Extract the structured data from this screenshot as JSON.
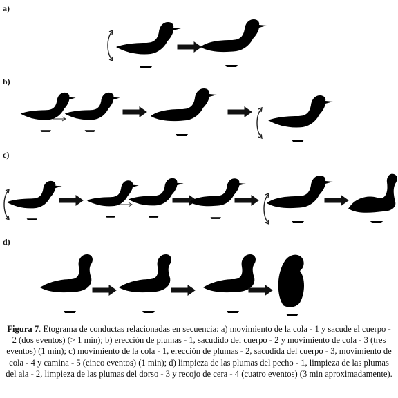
{
  "panels": [
    {
      "label": "a)"
    },
    {
      "label": "b)"
    },
    {
      "label": "c)"
    },
    {
      "label": "d)"
    }
  ],
  "caption": {
    "figure_label": "Figura 7",
    "text": ". Etograma de conductas relacionadas en secuencia: a) movimiento de la cola - 1 y sacude el cuerpo - 2 (dos eventos) (> 1 min); b) erección de plumas - 1, sacudido del cuerpo - 2 y movimiento de cola - 3 (tres eventos) (1 min); c) movimiento de la cola - 1, erección de plumas - 2, sacudida del cuerpo - 3, movimiento de cola - 4 y camina - 5 (cinco eventos) (1 min); d) limpieza de las plumas del pecho - 1, limpieza de las plumas del ala - 2, limpieza de las plumas del dorso - 3 y recojo de cera - 4 (cuatro eventos) (3 min aproximadamente)."
  }
}
